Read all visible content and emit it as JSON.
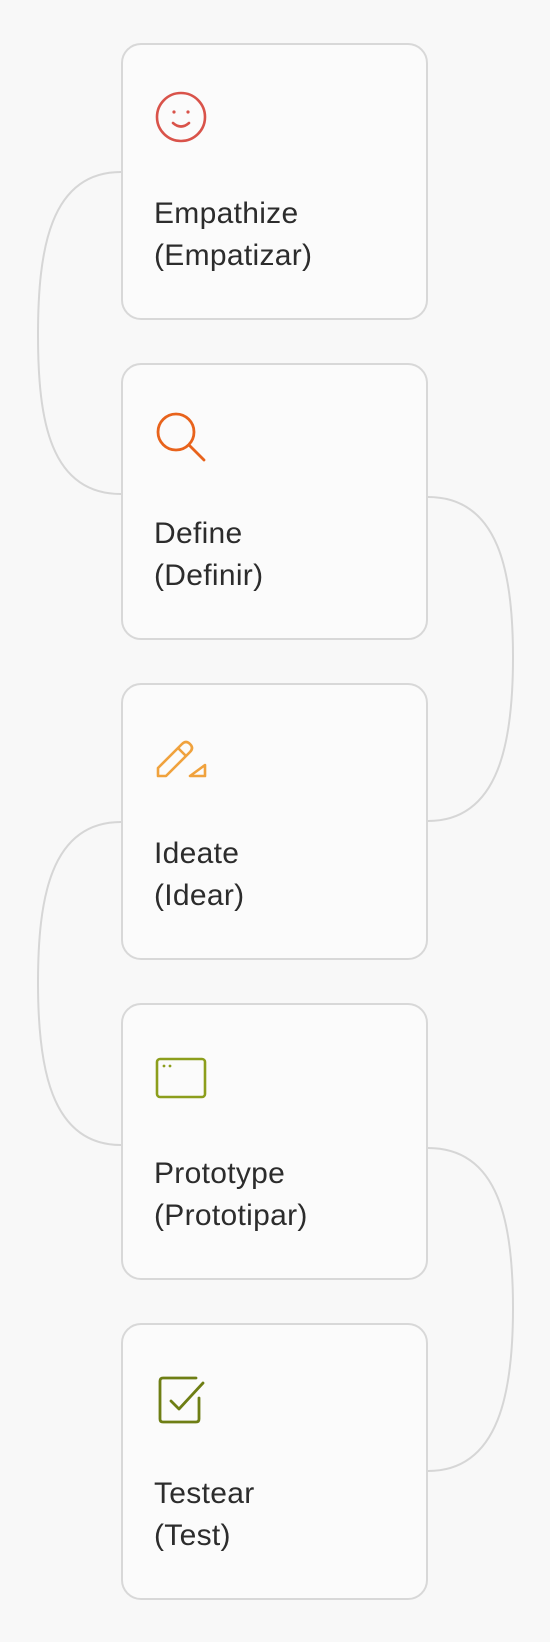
{
  "steps": [
    {
      "name": "Empathize",
      "translation": "(Empatizar)",
      "icon": "smile-icon",
      "color": "#d9534a"
    },
    {
      "name": "Define",
      "translation": "(Definir)",
      "icon": "search-icon",
      "color": "#e8631c"
    },
    {
      "name": "Ideate",
      "translation": "(Idear)",
      "icon": "pencil-icon",
      "color": "#f0a23d"
    },
    {
      "name": "Prototype",
      "translation": "(Prototipar)",
      "icon": "browser-window-icon",
      "color": "#8c9e1c"
    },
    {
      "name": "Testear",
      "translation": "(Test)",
      "icon": "checkbox-icon",
      "color": "#6e7e14"
    }
  ],
  "connector_color": "#d6d6d6"
}
